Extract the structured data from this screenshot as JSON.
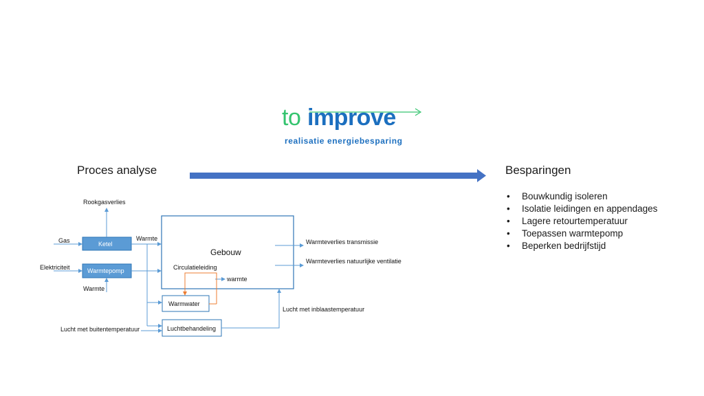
{
  "logo": {
    "brand_prefix": "to",
    "brand_main": "improve",
    "tagline": "realisatie energiebesparing"
  },
  "left_heading": "Proces analyse",
  "right_heading": "Besparingen",
  "savings": [
    "Bouwkundig isoleren",
    "Isolatie leidingen en appendages",
    "Lagere retourtemperatuur",
    "Toepassen warmtepomp",
    "Beperken bedrijfstijd"
  ],
  "diagram": {
    "rookgasverlies": "Rookgasverlies",
    "gas": "Gas",
    "ketel": "Ketel",
    "warmte_out": "Warmte",
    "elektriciteit": "Elektriciteit",
    "warmtepomp": "Warmtepomp",
    "warmte_in": "Warmte",
    "gebouw": "Gebouw",
    "circulatieleiding": "Circulatieleiding",
    "warmte_small": "warmte",
    "warmwater": "Warmwater",
    "luchtbehandeling": "Luchtbehandeling",
    "lucht_buiten": "Lucht met buitentemperatuur",
    "lucht_inblaas": "Lucht met inblaastemperatuur",
    "verlies_transmissie": "Warmteverlies transmissie",
    "verlies_ventilatie": "Warmteverlies natuurlijke ventilatie"
  },
  "colors": {
    "arrow_blue": "#4472c4",
    "box_fill": "#5b9bd5",
    "box_border": "#2e75b6",
    "line": "#5b9bd5",
    "circulation": "#ed7d31",
    "logo_green": "#35c46f",
    "logo_blue": "#1c6fbf"
  }
}
